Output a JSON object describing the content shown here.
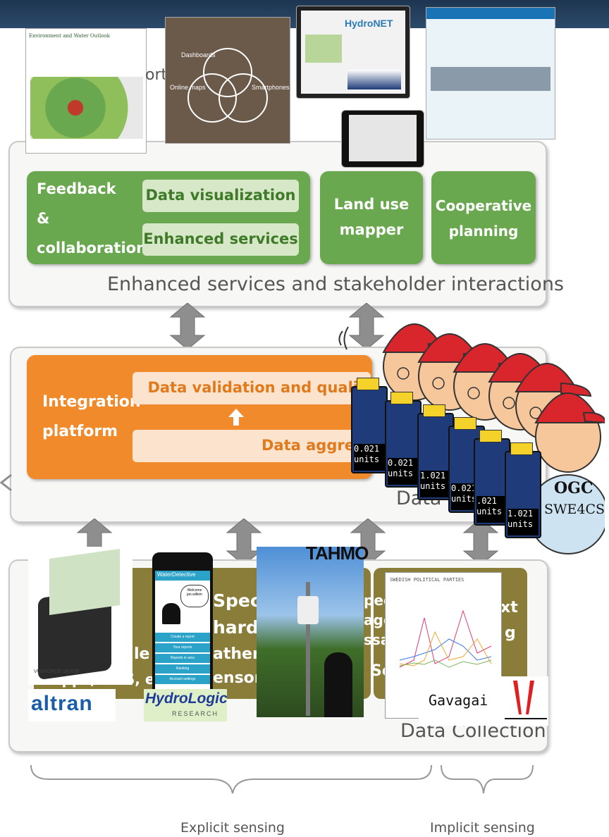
{
  "layers": {
    "top": {
      "title": "Enhanced services and stakeholder interactions"
    },
    "middle": {
      "title": "Data p"
    },
    "bottom": {
      "title": "Data Collection"
    }
  },
  "feedback": {
    "title_line1": "Feedback",
    "title_line2": "&",
    "title_line3": "collaboration",
    "item1": "Data visualization",
    "item2": "Enhanced services"
  },
  "land_use": {
    "line1": "Land use",
    "line2": "mapper"
  },
  "cooperative": {
    "line1": "Cooperative",
    "line2": "planning"
  },
  "integration": {
    "line1": "Integration",
    "line2": "platform",
    "item1": "Data validation and qualit",
    "item2": "Data aggreg"
  },
  "screenshots": {
    "env_title": "Environment and Water Outlook",
    "hydronet": "HydroNET",
    "dashboards": "Dashboards",
    "online_maps": "Online maps",
    "smartphones": "Smartphones",
    "partial_ort": "ort"
  },
  "collection": {
    "partial_specif": "Specif",
    "partial_hardw": "hardw",
    "partial_weather": "ather st",
    "partial_sensors": "ensors,",
    "partial_apps": "apps, SMS, etc.",
    "partial_le": "le",
    "partial_so": "So",
    "partial_ext": "xt",
    "partial_g": "g",
    "partial_pec": "pec",
    "partial_agg": "agg",
    "partial_ssa": "ssa"
  },
  "logos": {
    "altran": "altran",
    "hydrologic": "HydroLogic",
    "hydrologic_sub": "RESEARCH",
    "tahmo": "TAHMO",
    "gavagai": "Gavagai",
    "vueforge": "VUEFORGE SENSE",
    "waterdetective": "WaterDetective",
    "ogc": "OGC",
    "swe4cs": "SWE4CS"
  },
  "phone_menu": [
    "Create a report",
    "Your reports",
    "Reports in area",
    "Ranking",
    "Account settings"
  ],
  "phone_bubble": "Welcome jan.willem",
  "chart_title": "SWEDISH POLITICAL PARTIES",
  "sensor_tags": [
    {
      "value": "0.021",
      "unit": "units"
    },
    {
      "value": "0.021",
      "unit": "units"
    },
    {
      "value": "1.021",
      "unit": "units"
    },
    {
      "value": "0.021",
      "unit": "units"
    },
    {
      "value": ".021",
      "unit": "units"
    },
    {
      "value": "1.021",
      "unit": "units"
    }
  ],
  "sensing": {
    "explicit": "Explicit sensing",
    "implicit": "Implicit sensing"
  },
  "colors": {
    "green": "#6aa84f",
    "orange": "#f08a2a",
    "olive": "#8a7d3a",
    "cap_red": "#d9262c"
  }
}
